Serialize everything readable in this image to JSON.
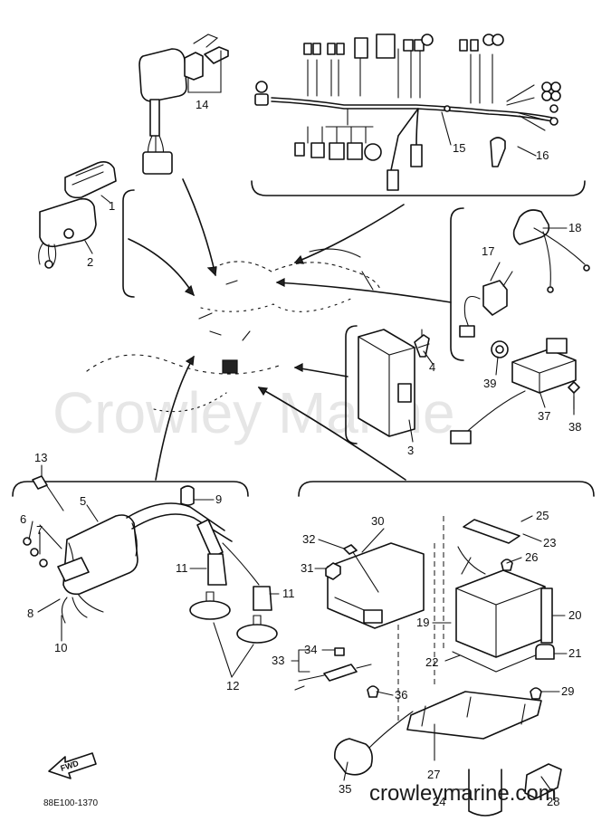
{
  "watermark": "Crowley Marine",
  "drawing_code": "88E100-1370",
  "website": "crowleymarine.com",
  "forward_label": "FWD",
  "part_numbers": [
    "1",
    "2",
    "3",
    "4",
    "5",
    "6",
    "7",
    "8",
    "9",
    "10",
    "11",
    "11",
    "12",
    "13",
    "14",
    "15",
    "16",
    "17",
    "18",
    "19",
    "20",
    "21",
    "22",
    "23",
    "24",
    "25",
    "26",
    "27",
    "28",
    "29",
    "30",
    "31",
    "32",
    "33",
    "34",
    "35",
    "36",
    "37",
    "38",
    "39"
  ]
}
